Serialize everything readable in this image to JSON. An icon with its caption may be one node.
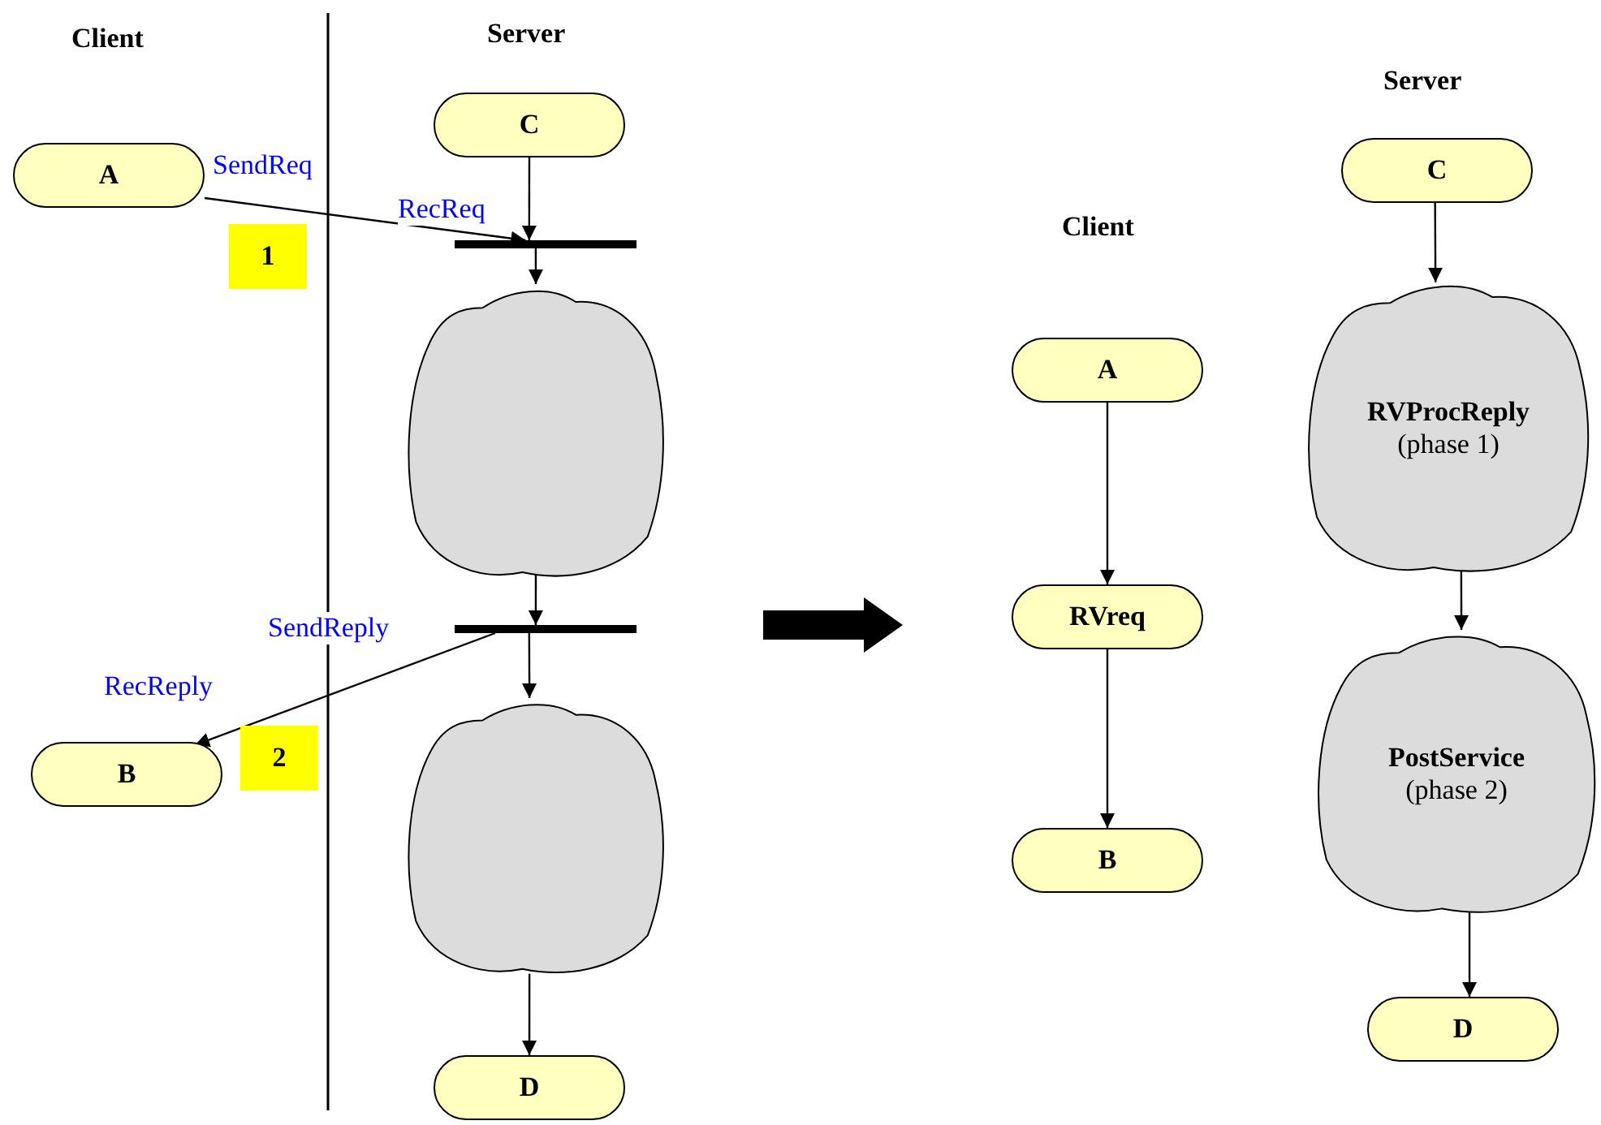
{
  "diagram": {
    "nodes": [
      {
        "text": [
          "A"
        ]
      },
      {
        "text": [
          "C"
        ]
      },
      {
        "text": [],
        "shape": "bar"
      },
      {
        "text": [],
        "shape": "cloud"
      },
      {
        "text": [],
        "shape": "bar"
      },
      {
        "text": [
          "B"
        ]
      },
      {
        "text": [],
        "shape": "cloud"
      },
      {
        "text": [
          "D"
        ]
      },
      {
        "text": [
          "A"
        ]
      },
      {
        "text": [
          "RVreq"
        ]
      },
      {
        "text": [
          "B"
        ]
      },
      {
        "text": [
          "C"
        ]
      },
      {
        "text": [
          "RVProcReply",
          "(phase 1)"
        ]
      },
      {
        "text": [
          "PostService",
          "(phase 2)"
        ]
      },
      {
        "text": [
          "D"
        ]
      },
      {
        "text": [
          "1"
        ]
      },
      {
        "text": [
          "2"
        ]
      }
    ],
    "edges": [
      {
        "from": 1,
        "to": 2,
        "arrow": "to"
      },
      {
        "from": 0,
        "to": 2,
        "arrow": "to"
      },
      {
        "from": 2,
        "to": 3,
        "arrow": "to"
      },
      {
        "from": 3,
        "to": 4,
        "arrow": "to"
      },
      {
        "from": 4,
        "to": 6,
        "arrow": "to"
      },
      {
        "from": 4,
        "to": 5,
        "arrow": "to"
      },
      {
        "from": 6,
        "to": 7,
        "arrow": "to"
      },
      {
        "from": 8,
        "to": 9,
        "arrow": "to"
      },
      {
        "from": 9,
        "to": 10,
        "arrow": "to"
      },
      {
        "from": 11,
        "to": 12,
        "arrow": "to"
      },
      {
        "from": 12,
        "to": 13,
        "arrow": "to"
      },
      {
        "from": 13,
        "to": 14,
        "arrow": "to"
      }
    ],
    "labels": [
      "Client",
      "Server",
      "SendReq",
      "RecReq",
      "SendReply",
      "RecReply",
      "Server",
      "Client"
    ]
  }
}
